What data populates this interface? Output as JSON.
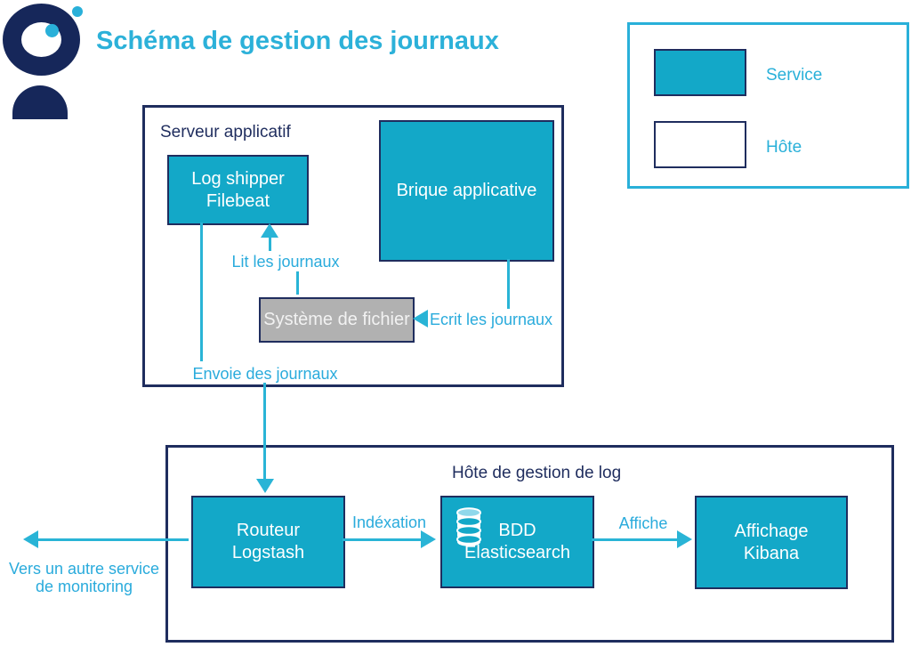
{
  "title": "Schéma de gestion des journaux",
  "colors": {
    "navy": "#1f2d5e",
    "accent_cyan": "#29b0d9",
    "node_fill": "#13a8c8",
    "filesystem_gray": "#b1b1b1",
    "db_icon_top": "#8fd8eb",
    "background": "#ffffff"
  },
  "legend": {
    "items": [
      {
        "label": "Service"
      },
      {
        "label": "Hôte"
      }
    ]
  },
  "app_server": {
    "label": "Serveur applicatif",
    "nodes": {
      "log_shipper": {
        "line1": "Log shipper",
        "line2": "Filebeat"
      },
      "brique": {
        "label": "Brique applicative"
      },
      "filesystem": {
        "label": "Système de fichier"
      }
    }
  },
  "log_host": {
    "label": "Hôte de gestion de log",
    "nodes": {
      "routeur": {
        "line1": "Routeur",
        "line2": "Logstash"
      },
      "bdd": {
        "line1": "BDD",
        "line2": "Elasticsearch"
      },
      "kibana": {
        "line1": "Affichage",
        "line2": "Kibana"
      }
    }
  },
  "edges": {
    "lit": "Lit les journaux",
    "envoie": "Envoie des journaux",
    "ecrit": "Ecrit les journaux",
    "indexation": "Indéxation",
    "affiche": "Affiche",
    "monitoring_line1": "Vers un autre service",
    "monitoring_line2": "de monitoring"
  }
}
